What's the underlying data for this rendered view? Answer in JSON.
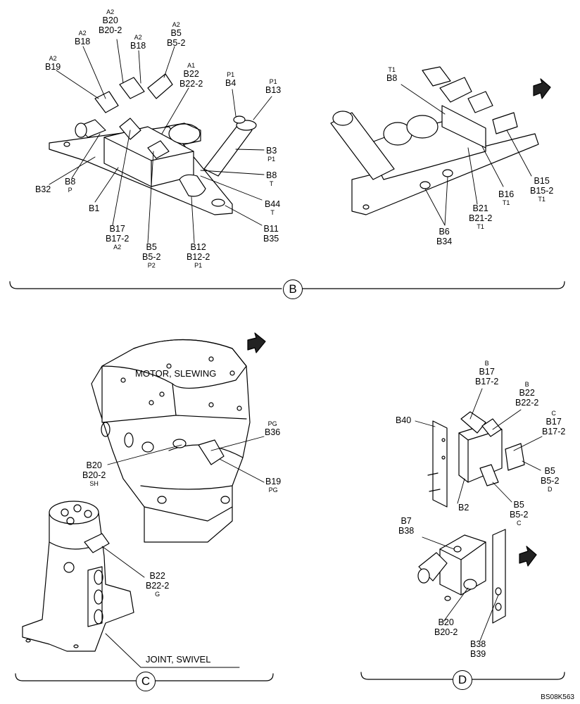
{
  "view_B": {
    "badge": "B",
    "callouts": [
      {
        "id": "a2_b20",
        "lines": [
          "A2",
          "B20",
          "B20-2"
        ]
      },
      {
        "id": "a2_b18_left",
        "lines": [
          "A2",
          "B18"
        ]
      },
      {
        "id": "a2_b18_mid",
        "lines": [
          "A2",
          "B18"
        ]
      },
      {
        "id": "a2_b5",
        "lines": [
          "A2",
          "B5",
          "B5-2"
        ]
      },
      {
        "id": "a2_b19",
        "lines": [
          "A2",
          "B19"
        ]
      },
      {
        "id": "a1_b22",
        "lines": [
          "A1",
          "B22",
          "B22-2"
        ]
      },
      {
        "id": "p1_b4",
        "lines": [
          "P1",
          "B4"
        ]
      },
      {
        "id": "p1_b13",
        "lines": [
          "P1",
          "B13"
        ]
      },
      {
        "id": "b3",
        "lines": [
          "B3",
          "P1"
        ]
      },
      {
        "id": "b8_t",
        "lines": [
          "B8",
          "T"
        ]
      },
      {
        "id": "b44",
        "lines": [
          "B44",
          "T"
        ]
      },
      {
        "id": "b11",
        "lines": [
          "B11",
          "B35"
        ]
      },
      {
        "id": "b32",
        "lines": [
          "B32"
        ]
      },
      {
        "id": "b8_p",
        "lines": [
          "B8",
          "P"
        ]
      },
      {
        "id": "b1",
        "lines": [
          "B1"
        ]
      },
      {
        "id": "b17",
        "lines": [
          "B17",
          "B17-2",
          "A2"
        ]
      },
      {
        "id": "b5_p2",
        "lines": [
          "B5",
          "B5-2",
          "P2"
        ]
      },
      {
        "id": "b12",
        "lines": [
          "B12",
          "B12-2",
          "P1"
        ]
      },
      {
        "id": "t1_b8",
        "lines": [
          "T1",
          "B8"
        ]
      },
      {
        "id": "b15",
        "lines": [
          "B15",
          "B15-2",
          "T1"
        ]
      },
      {
        "id": "b16",
        "lines": [
          "B16",
          "T1"
        ]
      },
      {
        "id": "b21",
        "lines": [
          "B21",
          "B21-2",
          "T1"
        ]
      },
      {
        "id": "b6",
        "lines": [
          "B6",
          "B34"
        ]
      }
    ]
  },
  "view_C": {
    "badge": "C",
    "motor_title": "MOTOR, SLEWING",
    "joint_title": "JOINT, SWIVEL",
    "callouts": [
      {
        "id": "pg_b36",
        "lines": [
          "PG",
          "B36"
        ]
      },
      {
        "id": "b20_sh",
        "lines": [
          "B20",
          "B20-2",
          "SH"
        ]
      },
      {
        "id": "b19_pg",
        "lines": [
          "B19",
          "PG"
        ]
      },
      {
        "id": "b22_g",
        "lines": [
          "B22",
          "B22-2",
          "G"
        ]
      }
    ]
  },
  "view_D": {
    "badge": "D",
    "callouts": [
      {
        "id": "b_b17",
        "lines": [
          "B",
          "B17",
          "B17-2"
        ]
      },
      {
        "id": "b_b22",
        "lines": [
          "B",
          "B22",
          "B22-2"
        ]
      },
      {
        "id": "c_b17",
        "lines": [
          "C",
          "B17",
          "B17-2"
        ]
      },
      {
        "id": "b40",
        "lines": [
          "B40"
        ]
      },
      {
        "id": "b5_d",
        "lines": [
          "B5",
          "B5-2",
          "D"
        ]
      },
      {
        "id": "b2",
        "lines": [
          "B2"
        ]
      },
      {
        "id": "b5_c",
        "lines": [
          "B5",
          "B5-2",
          "C"
        ]
      },
      {
        "id": "b7",
        "lines": [
          "B7",
          "B38"
        ]
      },
      {
        "id": "b20_d",
        "lines": [
          "B20",
          "B20-2"
        ]
      },
      {
        "id": "b38",
        "lines": [
          "B38",
          "B39"
        ]
      }
    ]
  },
  "drawing_ref": "BS08K563"
}
